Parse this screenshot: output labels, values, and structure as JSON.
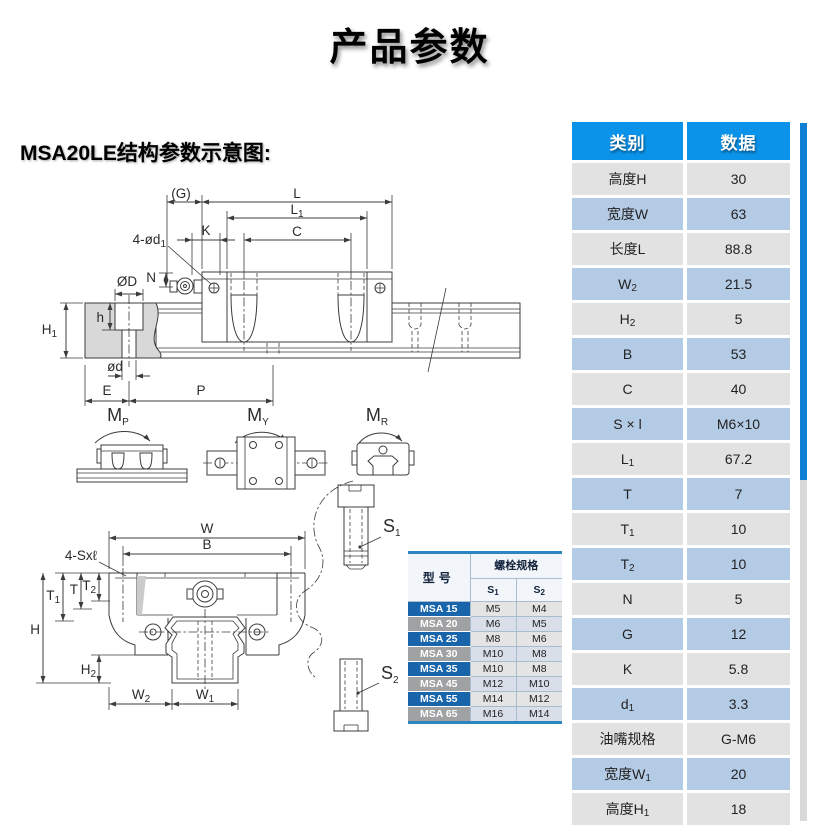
{
  "page": {
    "title": "产品参数",
    "section_heading": "MSA20LE结构参数示意图:"
  },
  "spec_table": {
    "headers": {
      "category": "类别",
      "data": "数据"
    },
    "rows": [
      {
        "label": "高度H",
        "sub": "",
        "value": "30"
      },
      {
        "label": "宽度W",
        "sub": "",
        "value": "63"
      },
      {
        "label": "长度L",
        "sub": "",
        "value": "88.8"
      },
      {
        "label": "W",
        "sub": "2",
        "value": "21.5"
      },
      {
        "label": "H",
        "sub": "2",
        "value": "5"
      },
      {
        "label": "B",
        "sub": "",
        "value": "53"
      },
      {
        "label": "C",
        "sub": "",
        "value": "40"
      },
      {
        "label": "S × l",
        "sub": "",
        "value": "M6×10"
      },
      {
        "label": "L",
        "sub": "1",
        "value": "67.2"
      },
      {
        "label": "T",
        "sub": "",
        "value": "7"
      },
      {
        "label": "T",
        "sub": "1",
        "value": "10"
      },
      {
        "label": "T",
        "sub": "2",
        "value": "10"
      },
      {
        "label": "N",
        "sub": "",
        "value": "5"
      },
      {
        "label": "G",
        "sub": "",
        "value": "12"
      },
      {
        "label": "K",
        "sub": "",
        "value": "5.8"
      },
      {
        "label": "d",
        "sub": "1",
        "value": "3.3"
      },
      {
        "label": "油嘴规格",
        "sub": "",
        "value": "G-M6"
      },
      {
        "label": "宽度W",
        "sub": "1",
        "value": "20"
      },
      {
        "label": "高度H",
        "sub": "1",
        "value": "18"
      }
    ]
  },
  "bolt_table": {
    "headers": {
      "model": "型号",
      "bolt_spec": "螺栓规格",
      "s1": "S",
      "s1_sub": "1",
      "s2": "S",
      "s2_sub": "2"
    },
    "rows": [
      {
        "model": "MSA 15",
        "s1": "M5",
        "s2": "M4"
      },
      {
        "model": "MSA 20",
        "s1": "M6",
        "s2": "M5"
      },
      {
        "model": "MSA 25",
        "s1": "M8",
        "s2": "M6"
      },
      {
        "model": "MSA 30",
        "s1": "M10",
        "s2": "M8"
      },
      {
        "model": "MSA 35",
        "s1": "M10",
        "s2": "M8"
      },
      {
        "model": "MSA 45",
        "s1": "M12",
        "s2": "M10"
      },
      {
        "model": "MSA 55",
        "s1": "M14",
        "s2": "M12"
      },
      {
        "model": "MSA 65",
        "s1": "M16",
        "s2": "M14"
      }
    ]
  },
  "diagram": {
    "top_view": {
      "g": "(G)",
      "l": "L",
      "l1": "L",
      "l1_sub": "1",
      "k": "K",
      "c": "C",
      "holes": "4-ød",
      "holes_sub": "1",
      "n": "N",
      "bore": "ØD",
      "h1": "H",
      "h1_sub": "1",
      "h": "h",
      "hole": "ød",
      "e": "E",
      "p": "P"
    },
    "moments": {
      "mp": "M",
      "mp_sub": "P",
      "my": "M",
      "my_sub": "Y",
      "mr": "M",
      "mr_sub": "R"
    },
    "cross_section": {
      "w": "W",
      "b": "B",
      "bolts": "4-Sxℓ",
      "t1": "T",
      "t1_sub": "1",
      "t": "T",
      "t2": "T",
      "t2_sub": "2",
      "h": "H",
      "h2": "H",
      "h2_sub": "2",
      "w2": "W",
      "w2_sub": "2",
      "w1": "W",
      "w1_sub": "1",
      "s1": "S",
      "s1_sub": "1",
      "s2": "S",
      "s2_sub": "2"
    }
  },
  "colors": {
    "header_blue": "#0a93e9",
    "row_blue": "#b4cbe6",
    "row_gray": "#e2e2e2",
    "model_blue": "#1865ab",
    "model_gray": "#a0a1a3",
    "scrollbar_thumb": "#0f7fd4",
    "bolt_table_border": "#2e86c1"
  }
}
